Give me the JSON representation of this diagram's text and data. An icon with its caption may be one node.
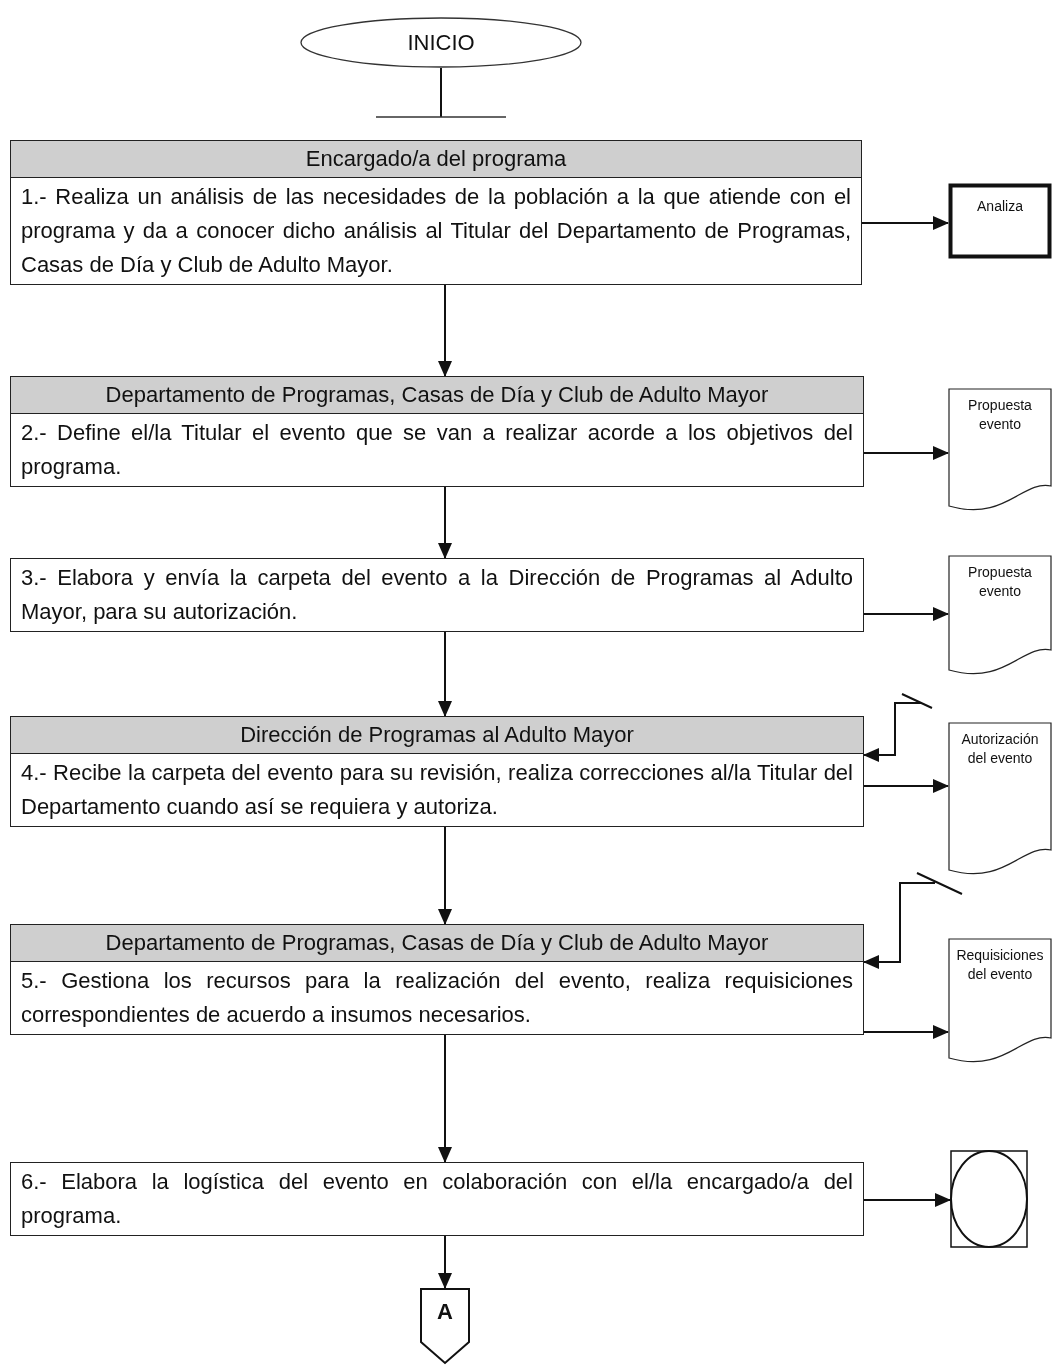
{
  "diagram": {
    "nodes": [
      {
        "text": [
          "INICIO"
        ]
      },
      {
        "text": [
          "Encargado/a del programa",
          "1.- Realiza un análisis de las necesidades de la población a la que atiende con el programa y da a conocer dicho análisis al Titular del Departamento de Programas, Casas de Día y Club de Adulto Mayor."
        ]
      },
      {
        "text": [
          "Analiza"
        ]
      },
      {
        "text": [
          "Departamento de Programas, Casas de Día y Club de Adulto Mayor",
          "2.- Define el/la Titular el evento que se van a realizar acorde a los objetivos del programa."
        ]
      },
      {
        "text": [
          "Propuesta evento"
        ]
      },
      {
        "text": [
          "3.- Elabora y envía la carpeta del evento a la Dirección de Programas al Adulto Mayor, para su autorización."
        ]
      },
      {
        "text": [
          "Propuesta evento"
        ]
      },
      {
        "text": [
          "Dirección de Programas al Adulto Mayor",
          "4.- Recibe la carpeta del evento para su revisión, realiza correcciones al/la Titular del Departamento cuando así se requiera y autoriza."
        ]
      },
      {
        "text": [
          "Autorización del evento"
        ]
      },
      {
        "text": [
          "Departamento de Programas, Casas de Día y Club de Adulto Mayor",
          "5.- Gestiona los recursos para la realización del evento, realiza requisiciones correspondientes de acuerdo a insumos necesarios."
        ]
      },
      {
        "text": [
          "Requisiciones del evento"
        ]
      },
      {
        "text": [
          "6.- Elabora la logística del evento en colaboración con el/la encargado/a del programa."
        ]
      },
      {
        "text": [],
        "shape": "box"
      },
      {
        "text": [
          "A"
        ]
      }
    ],
    "edges": [
      {
        "from": 0,
        "to": 1,
        "arrow": "other"
      },
      {
        "from": 1,
        "to": 2,
        "arrow": "to"
      },
      {
        "from": 1,
        "to": 3,
        "arrow": "to"
      },
      {
        "from": 3,
        "to": 4,
        "arrow": "to"
      },
      {
        "from": 3,
        "to": 5,
        "arrow": "to"
      },
      {
        "from": 5,
        "to": 6,
        "arrow": "to"
      },
      {
        "from": 5,
        "to": 7,
        "arrow": "to"
      },
      {
        "from": null,
        "to": 7,
        "arrow": "to"
      },
      {
        "from": 7,
        "to": 8,
        "arrow": "to"
      },
      {
        "from": 7,
        "to": 9,
        "arrow": "to"
      },
      {
        "from": null,
        "to": 9,
        "arrow": "to"
      },
      {
        "from": 9,
        "to": 10,
        "arrow": "to"
      },
      {
        "from": 9,
        "to": 11,
        "arrow": "to"
      },
      {
        "from": 11,
        "to": 12,
        "arrow": "to"
      },
      {
        "from": 11,
        "to": 13,
        "arrow": "to"
      }
    ]
  }
}
